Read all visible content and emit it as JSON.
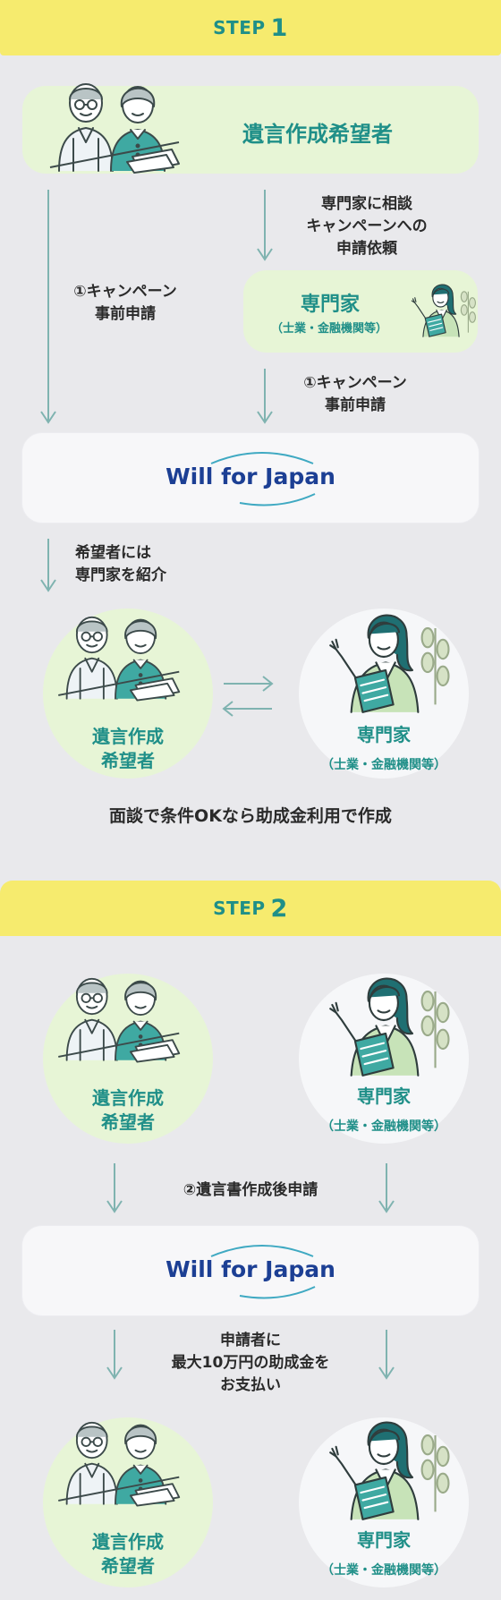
{
  "step1": {
    "label": "STEP",
    "number": "1",
    "applicant_title": "遺言作成希望者",
    "consult_lines": [
      "専門家に相談",
      "キャンペーンへの",
      "申請依頼"
    ],
    "pre_apply_left_lines": [
      "①キャンペーン",
      "事前申請"
    ],
    "expert_title": "専門家",
    "expert_sub": "（士業・金融機関等）",
    "pre_apply_right_lines": [
      "①キャンペーン",
      "事前申請"
    ],
    "logo": "Will for Japan",
    "intro_lines": [
      "希望者には",
      "専門家を紹介"
    ],
    "applicant_circle_lines": [
      "遺言作成",
      "希望者"
    ],
    "expert_circle_title": "専門家",
    "expert_circle_sub": "（士業・金融機関等）",
    "bottom_note": "面談で条件OKなら助成金利用で作成"
  },
  "step2": {
    "label": "STEP",
    "number": "2",
    "applicant_circle_lines": [
      "遺言作成",
      "希望者"
    ],
    "expert_circle_title": "専門家",
    "expert_circle_sub": "（士業・金融機関等）",
    "after_apply": "②遺言書作成後申請",
    "logo": "Will for Japan",
    "payout_lines": [
      "申請者に",
      "最大10万円の助成金を",
      "お支払い"
    ],
    "applicant2_circle_lines": [
      "遺言作成",
      "希望者"
    ],
    "expert2_circle_title": "専門家",
    "expert2_circle_sub": "（士業・金融機関等）"
  },
  "icons": {
    "elderly_couple": "elderly-couple-icon",
    "expert_woman": "expert-woman-icon",
    "arrow_down": "arrow-down-icon",
    "exchange_arrows": "exchange-arrows-icon"
  },
  "colors": {
    "teal": "#1f8f88",
    "yellow": "#f6eb6e",
    "pale_green": "#e7f5d6",
    "navy": "#1c3f94"
  }
}
